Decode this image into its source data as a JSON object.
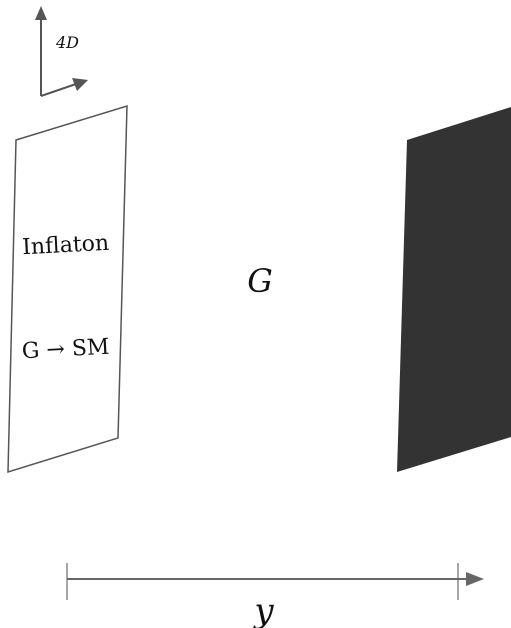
{
  "axes_label": "4D",
  "left_brane": {
    "line1": "Inflaton",
    "line2": "G → SM"
  },
  "bulk_label": "G",
  "bottom_axis_label": "y",
  "colors": {
    "stroke": "#555555",
    "dark_brane_fill": "#333333",
    "arrow": "#666666",
    "text": "#111111"
  }
}
